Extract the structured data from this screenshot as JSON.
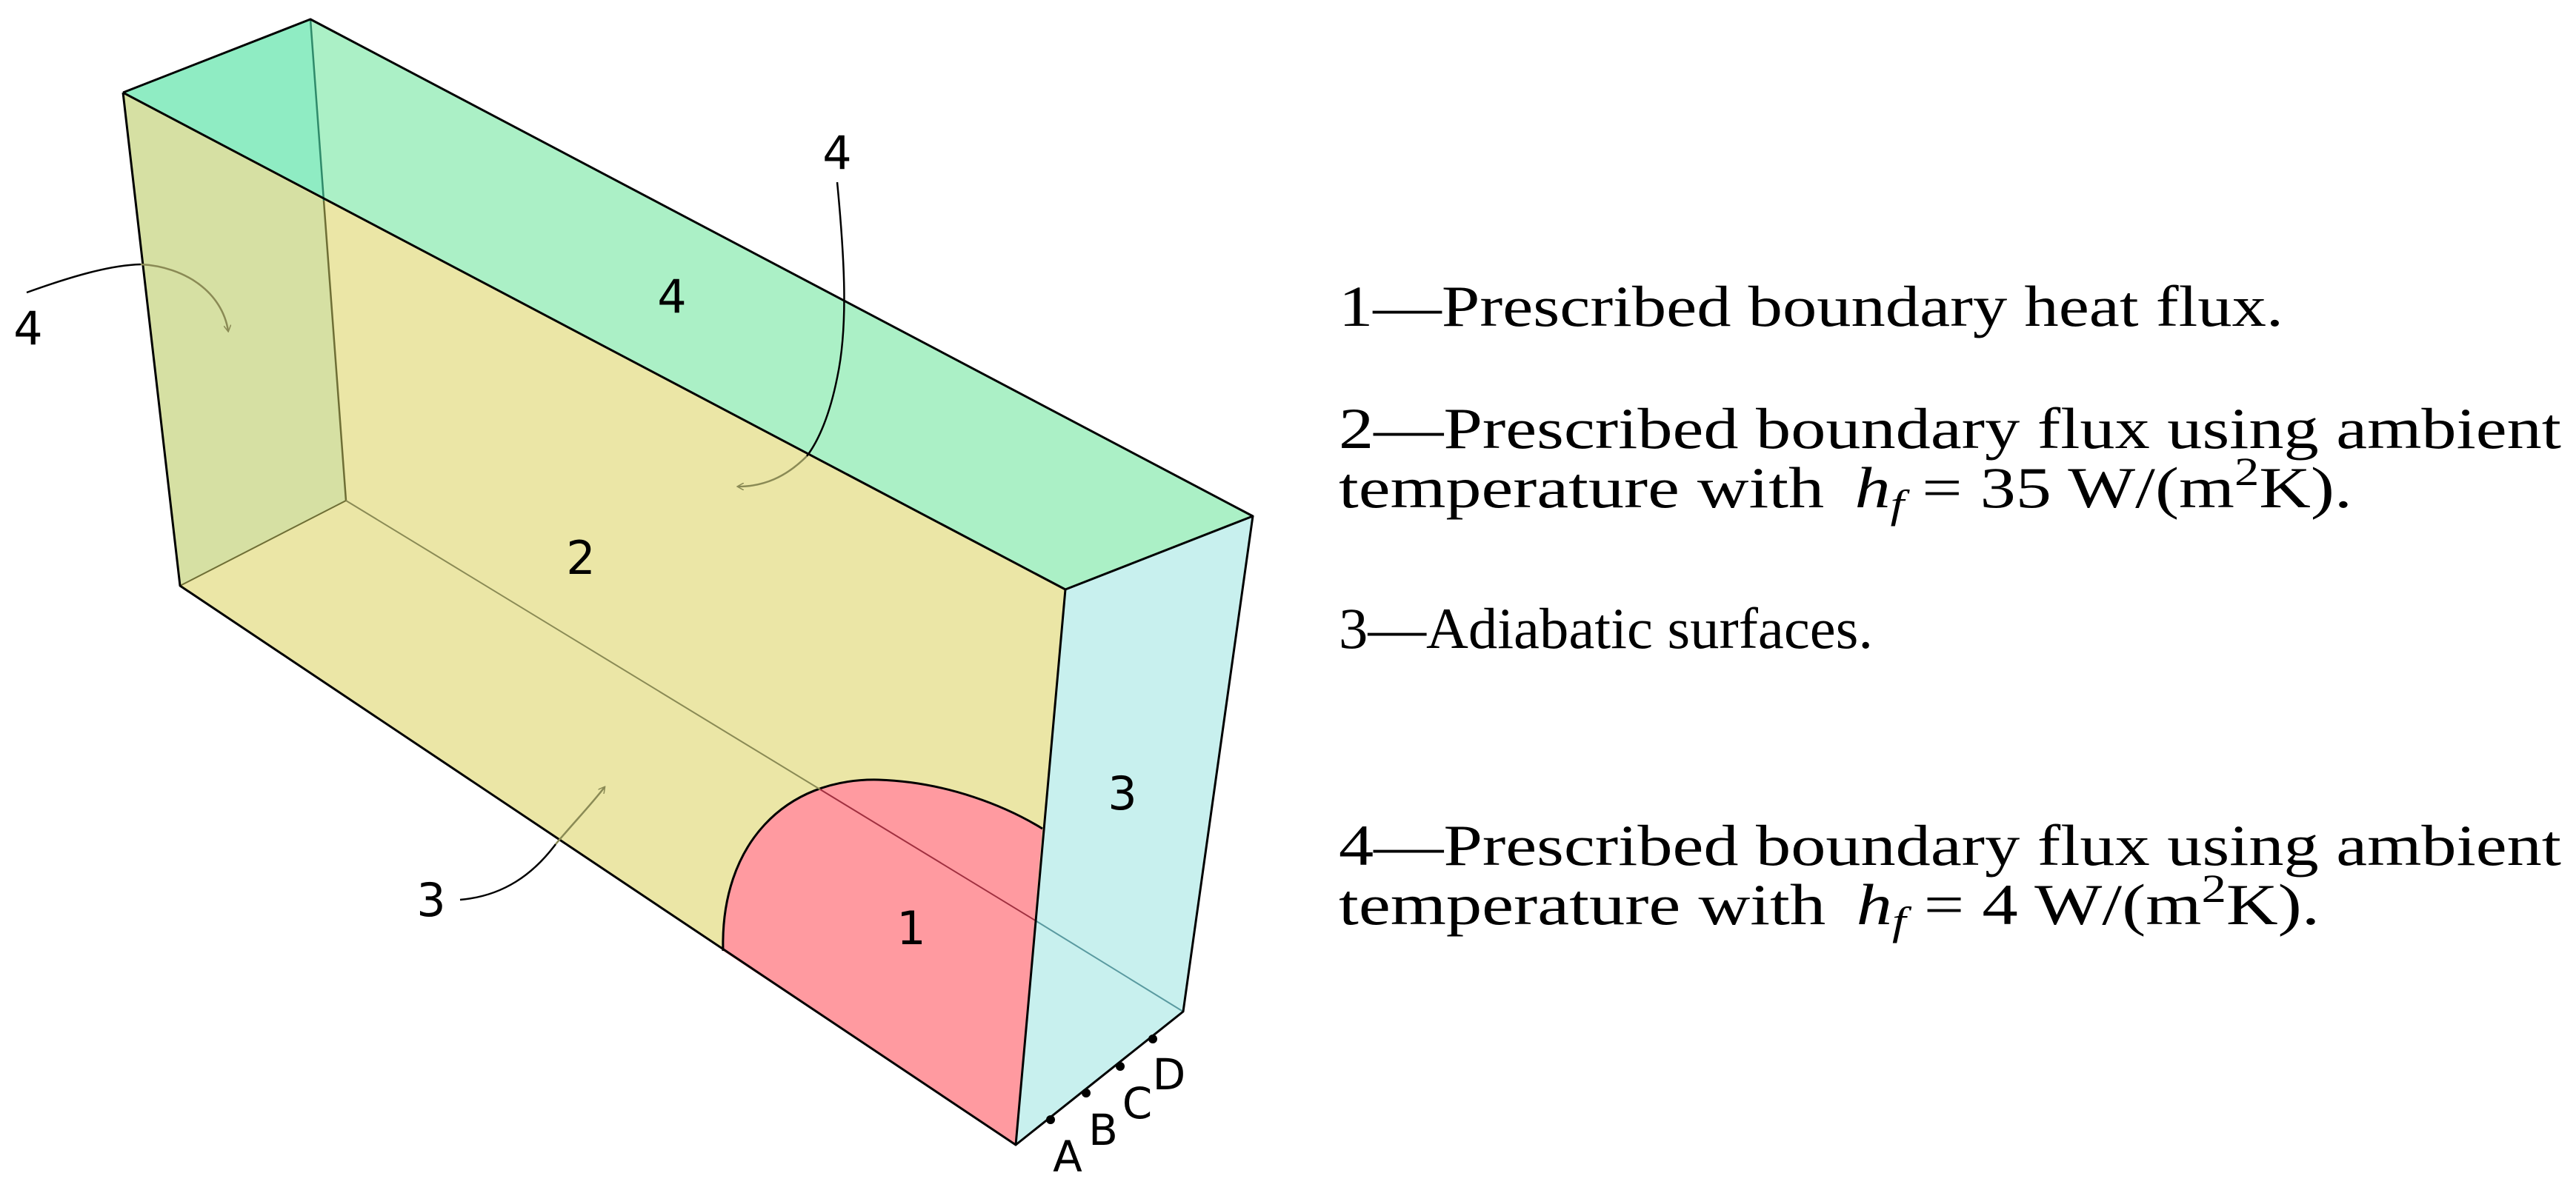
{
  "colors": {
    "top_face": "#abf0c6",
    "top_face_through_left": "#8fecc3",
    "front_face": "#ebe6a6",
    "front_face_through_left": "#d6e0a3",
    "right_face": "#c8f0ee",
    "heat_flux_face": "#ff9aa0",
    "hidden_edge": "#8a8a55"
  },
  "diagram": {
    "labels": {
      "top_arrow": "4",
      "top_face": "4",
      "left_arrow": "4",
      "front_face": "2",
      "bottom_arrow": "3",
      "right_face": "3",
      "heat_flux_region": "1"
    },
    "points": [
      "A",
      "B",
      "C",
      "D"
    ]
  },
  "legend": [
    {
      "lines": [
        {
          "text": "1—Prescribed boundary heat flux."
        }
      ]
    },
    {
      "lines": [
        {
          "text": "2—Prescribed boundary flux using ambient"
        },
        {
          "prefix": "temperature with ",
          "var": "h",
          "sub": "f",
          "mid": " = 35 W/(m",
          "sup": "2",
          "suffix": "K)."
        }
      ]
    },
    {
      "lines": [
        {
          "text": "3—Adiabatic surfaces."
        }
      ]
    },
    {
      "lines": [
        {
          "text": "4—Prescribed boundary flux using ambient"
        },
        {
          "prefix": "temperature with ",
          "var": "h",
          "sub": "f",
          "mid": " = 4 W/(m",
          "sup": "2",
          "suffix": "K)."
        }
      ]
    }
  ]
}
